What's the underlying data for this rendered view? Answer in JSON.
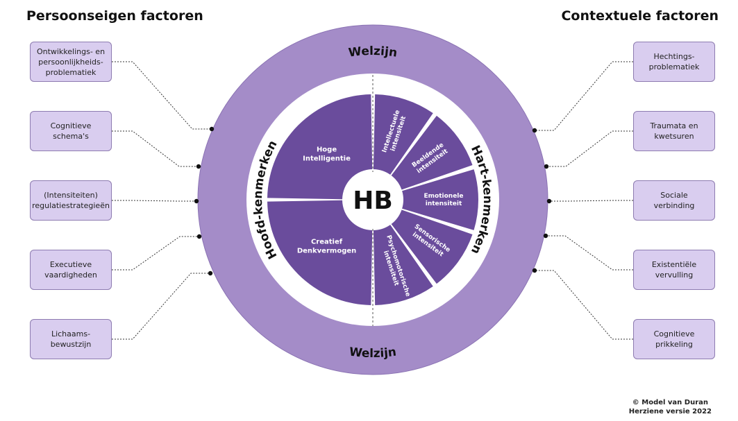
{
  "headings": {
    "left": "Persoonseigen factoren",
    "right": "Contextuele factoren"
  },
  "left_factors": [
    "Ontwikkelings- en\npersoonlijkheids-\nproblematiek",
    "Cognitieve\nschema's",
    "(Intensiteiten)\nregulatiestrategieën",
    "Executieve\nvaardigheden",
    "Lichaams-\nbewustzijn"
  ],
  "right_factors": [
    "Hechtings-\nproblematiek",
    "Traumata en\nkwetsuren",
    "Sociale\nverbinding",
    "Existentiële\nvervulling",
    "Cognitieve\nprikkeling"
  ],
  "ring": {
    "top_label": "Welzijn",
    "bottom_label": "Welzijn"
  },
  "inner_ring": {
    "left_label": "Hoofd-kenmerken",
    "right_label": "Hart-kenmerken"
  },
  "center_label": "HB",
  "head_traits": [
    [
      "Hoge",
      "Intelligentie"
    ],
    [
      "Creatief",
      "Denkvermogen"
    ]
  ],
  "heart_traits": [
    [
      "Intellectuele",
      "intensiteit"
    ],
    [
      "Beeldende",
      "intensiteit"
    ],
    [
      "Emotionele",
      "intensiteit"
    ],
    [
      "Sensorische",
      "intensiteit"
    ],
    [
      "Psychomotorische",
      "intensiteit"
    ]
  ],
  "credit": {
    "line1": "© Model van Duran",
    "line2": "Herziene versie 2022"
  },
  "colors": {
    "outer_ring": "#a48cc8",
    "sector": "#6a4c9c",
    "box_fill": "#d9cdef",
    "box_border": "#8d7bb0"
  }
}
